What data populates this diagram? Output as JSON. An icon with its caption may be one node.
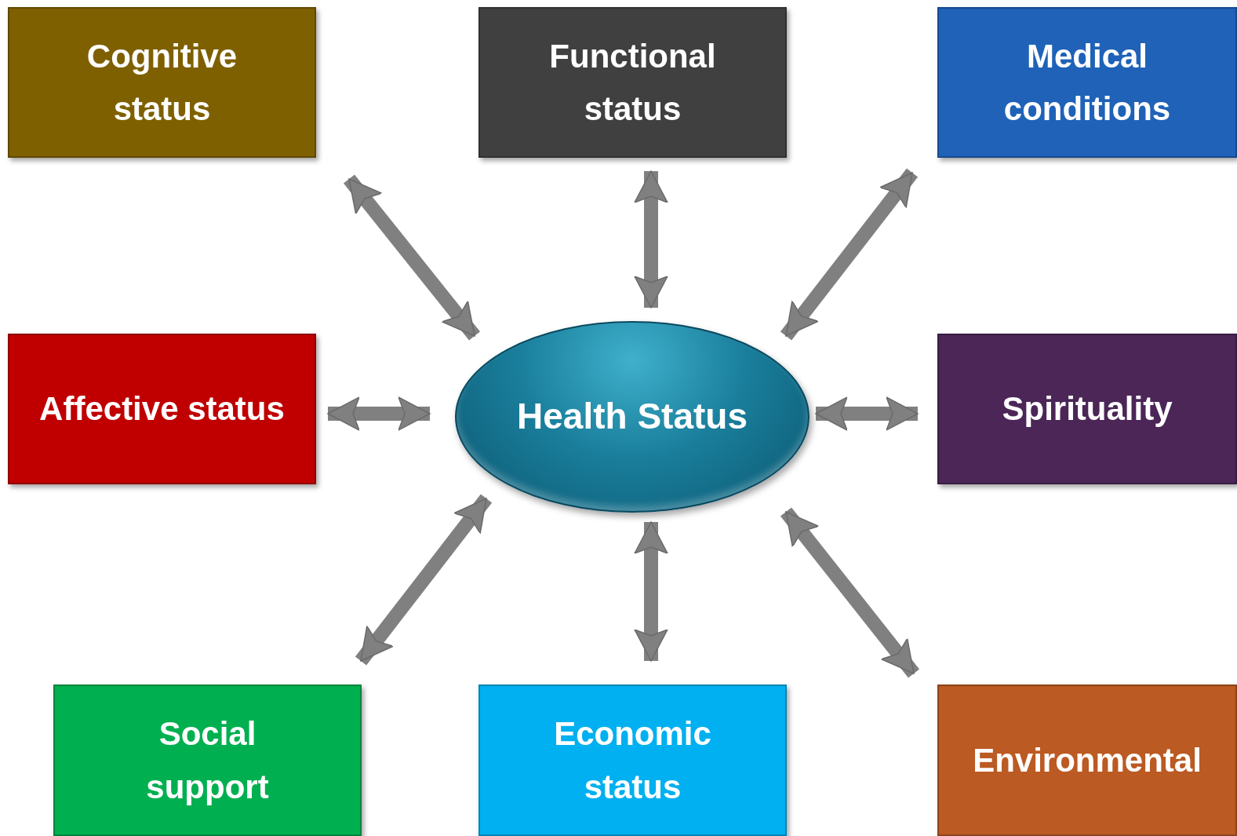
{
  "diagram": {
    "nodes": [
      {
        "text": [
          "Cognitive status"
        ]
      },
      {
        "text": [
          "Functional status"
        ]
      },
      {
        "text": [
          "Medical conditions"
        ]
      },
      {
        "text": [
          "Affective status"
        ]
      },
      {
        "text": [
          "Health Status"
        ]
      },
      {
        "text": [
          "Spirituality"
        ]
      },
      {
        "text": [
          "Social support"
        ]
      },
      {
        "text": [
          "Economic status"
        ]
      },
      {
        "text": [
          "Environmental"
        ]
      }
    ],
    "edges": [
      {
        "from": 0,
        "to": 4,
        "arrow": "both"
      },
      {
        "from": 1,
        "to": 4,
        "arrow": "both"
      },
      {
        "from": 2,
        "to": 4,
        "arrow": "both"
      },
      {
        "from": 3,
        "to": 4,
        "arrow": "both"
      },
      {
        "from": 5,
        "to": 4,
        "arrow": "both"
      },
      {
        "from": 6,
        "to": 4,
        "arrow": "both"
      },
      {
        "from": 7,
        "to": 4,
        "arrow": "both"
      },
      {
        "from": 8,
        "to": 4,
        "arrow": "both"
      }
    ]
  }
}
